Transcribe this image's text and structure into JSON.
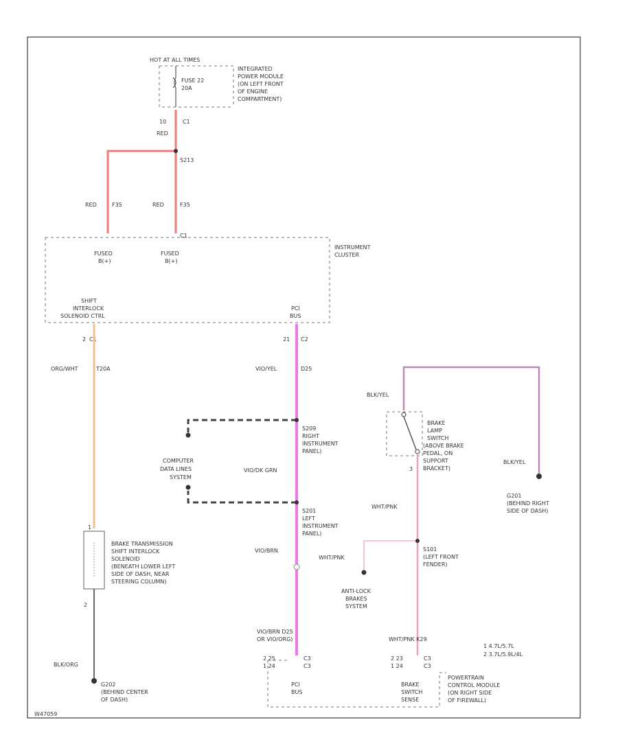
{
  "labels": {
    "hot_label": "HOT AT ALL TIMES",
    "ipm": [
      "INTEGRATED",
      "POWER MODULE",
      "(ON LEFT FRONT",
      "OF ENGINE",
      "COMPARTMENT)"
    ],
    "fuse": [
      "FUSE 22",
      "20A"
    ],
    "ipm_pin_left": "10",
    "ipm_pin_right": "C1",
    "ipm_wire": "RED",
    "splice_s213": "S213",
    "wire_left": [
      "RED",
      "F35"
    ],
    "wire_right": [
      "RED",
      "F35"
    ],
    "ic_title": [
      "INSTRUMENT",
      "CLUSTER"
    ],
    "ic_connector_top": "C1",
    "ic_pin_left": [
      "FUSED",
      "B(+)"
    ],
    "ic_pin_right": [
      "FUSED",
      "B(+)"
    ],
    "ic_pin_shift": [
      "SHIFT",
      "INTERLOCK",
      "SOLENOID CTRL"
    ],
    "ic_pin_pci": [
      "PCI",
      "BUS"
    ],
    "ic_conn_left": [
      "2",
      "C1"
    ],
    "ic_conn_right": [
      "21",
      "C2"
    ],
    "wire_shift": [
      "ORG/WHT",
      "T20A"
    ],
    "wire_pci_top": [
      "VIO/YEL",
      "D25"
    ],
    "splice_s209": [
      "S209",
      "RIGHT",
      "INSTRUMENT",
      "PANEL)"
    ],
    "cdls": [
      "COMPUTER",
      "DATA LINES",
      "SYSTEM"
    ],
    "wire_pci_mid": "VIO/DK GRN",
    "splice_s201": [
      "S201",
      "LEFT",
      "INSTRUMENT",
      "PANEL)"
    ],
    "wire_pci_low": "VIO/BRN",
    "solenoid": [
      "BRAKE TRANSMISSION",
      "SHIFT INTERLOCK",
      "SOLENOID",
      "(BENEATH LOWER LEFT",
      "SIDE OF DASH, NEAR",
      "STEERING COLUMN)"
    ],
    "solenoid_pin_top": "1",
    "solenoid_pin_bottom": "2",
    "wire_blk_org": "BLK/ORG",
    "g202": [
      "G202",
      "(BEHIND CENTER",
      "OF DASH)"
    ],
    "wire_blk_left": "BLK/YEL",
    "brake_switch": [
      "BRAKE",
      "LAMP",
      "SWITCH",
      "(ABOVE BRAKE",
      "PEDAL, ON",
      "SUPPORT",
      "BRACKET)"
    ],
    "brake_pin": "3",
    "wire_blk_right": "BLK/YEL",
    "g201": [
      "G201",
      "(BEHIND RIGHT",
      "SIDE OF DASH)"
    ],
    "wire_wht_top": "WHT/PNK",
    "splice_s101": [
      "S101",
      "(LEFT FRONT",
      "FENDER)"
    ],
    "wire_wht_branch": "WHT/PNK",
    "abs": [
      "ANTI-LOCK",
      "BRAKES",
      "SYSTEM"
    ],
    "wire_pci_bottom": [
      "VIO/BRN D25",
      "OR VIO/ORG)"
    ],
    "wire_wht_bottom": "WHT/PNK  K29",
    "pcm_pins_left": [
      "2  25",
      "1  24"
    ],
    "pcm_conn_left": [
      "C3",
      "C3"
    ],
    "pcm_pins_right": [
      "2  23",
      "1  24"
    ],
    "pcm_conn_right": [
      "C3",
      "C3"
    ],
    "pcm_pci": [
      "PCI",
      "BUS"
    ],
    "pcm_brake": [
      "BRAKE",
      "SWITCH",
      "SENSE"
    ],
    "pcm_title": [
      "POWERTRAIN",
      "CONTROL MODULE",
      "(ON RIGHT SIDE",
      "OF FIREWALL)"
    ],
    "legend": [
      "1  4.7L/5.7L",
      "2  3.7L/5.9L/4L"
    ],
    "figure_code": "W47059"
  }
}
